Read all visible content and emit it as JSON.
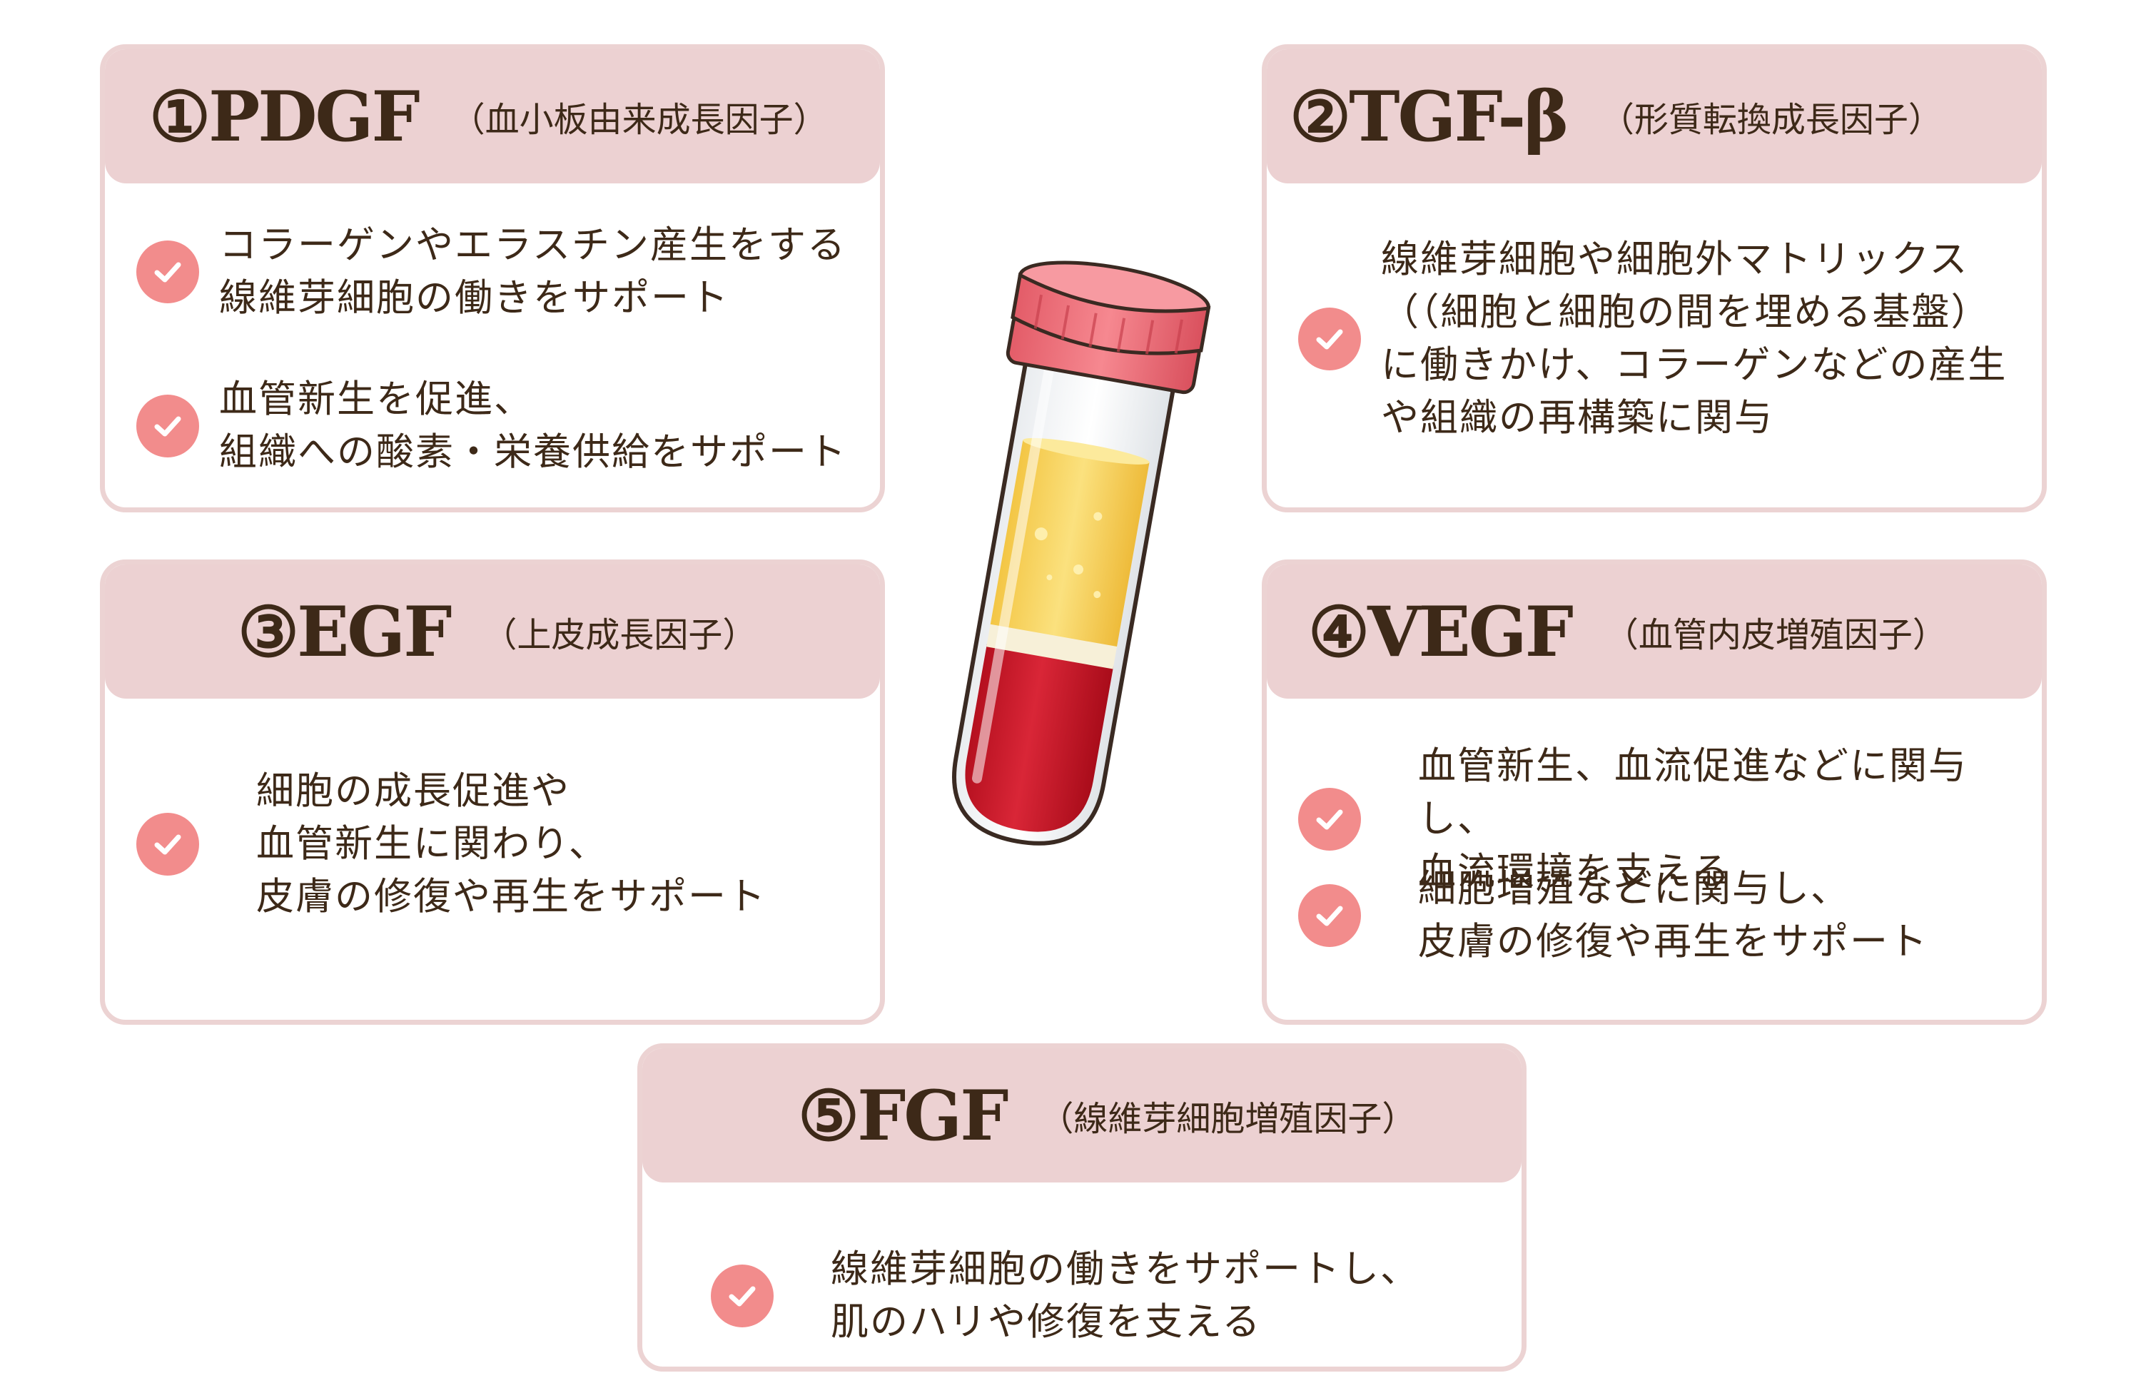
{
  "colors": {
    "card_header_bg": "#ecd1d2",
    "card_border": "#ecd3d3",
    "check_circle": "#f28c8c",
    "text": "#3d2918",
    "plasma": "#f5cf55",
    "blood": "#c8182c",
    "cap": "#ec6f78"
  },
  "icons": {
    "check": "check-icon",
    "tube": "blood-test-tube-icon"
  },
  "cards": [
    {
      "title": "①PDGF",
      "subtitle": "（血小板由来成長因子）",
      "items": [
        "コラーゲンやエラスチン産生をする\n線維芽細胞の働きをサポート",
        "血管新生を促進、\n組織への酸素・栄養供給をサポート"
      ]
    },
    {
      "title": "②TGF-β",
      "subtitle": "（形質転換成長因子）",
      "items": [
        "線維芽細胞や細胞外マトリックス\n（（細胞と細胞の間を埋める基盤）\nに働きかけ、コラーゲンなどの産生\nや組織の再構築に関与"
      ]
    },
    {
      "title": "③EGF",
      "subtitle": "（上皮成長因子）",
      "items": [
        "細胞の成長促進や\n血管新生に関わり、\n皮膚の修復や再生をサポート"
      ]
    },
    {
      "title": "④VEGF",
      "subtitle": "（血管内皮増殖因子）",
      "items": [
        "血管新生、血流促進などに関与し、\n血流環境を支える",
        "細胞増殖などに関与し、\n皮膚の修復や再生をサポート"
      ]
    },
    {
      "title": "⑤FGF",
      "subtitle": "（線維芽細胞増殖因子）",
      "items": [
        "線維芽細胞の働きをサポートし、\n肌のハリや修復を支える"
      ]
    }
  ]
}
